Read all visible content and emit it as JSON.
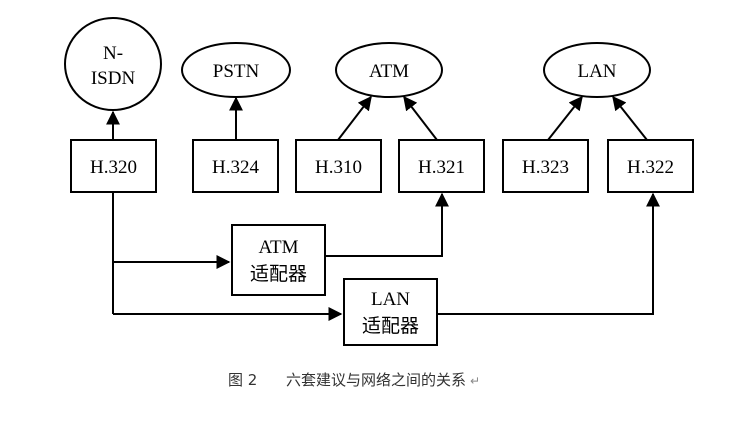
{
  "networks": {
    "nisdn": [
      "N-",
      "ISDN"
    ],
    "pstn": "PSTN",
    "atm": "ATM",
    "lan": "LAN"
  },
  "standards": {
    "h320": "H.320",
    "h324": "H.324",
    "h310": "H.310",
    "h321": "H.321",
    "h323": "H.323",
    "h322": "H.322"
  },
  "adapters": {
    "atm": [
      "ATM",
      "适配器"
    ],
    "lan": [
      "LAN",
      "适配器"
    ]
  },
  "caption": {
    "figure": "图 2",
    "text": "六套建议与网络之间的关系",
    "mark": "↵"
  }
}
